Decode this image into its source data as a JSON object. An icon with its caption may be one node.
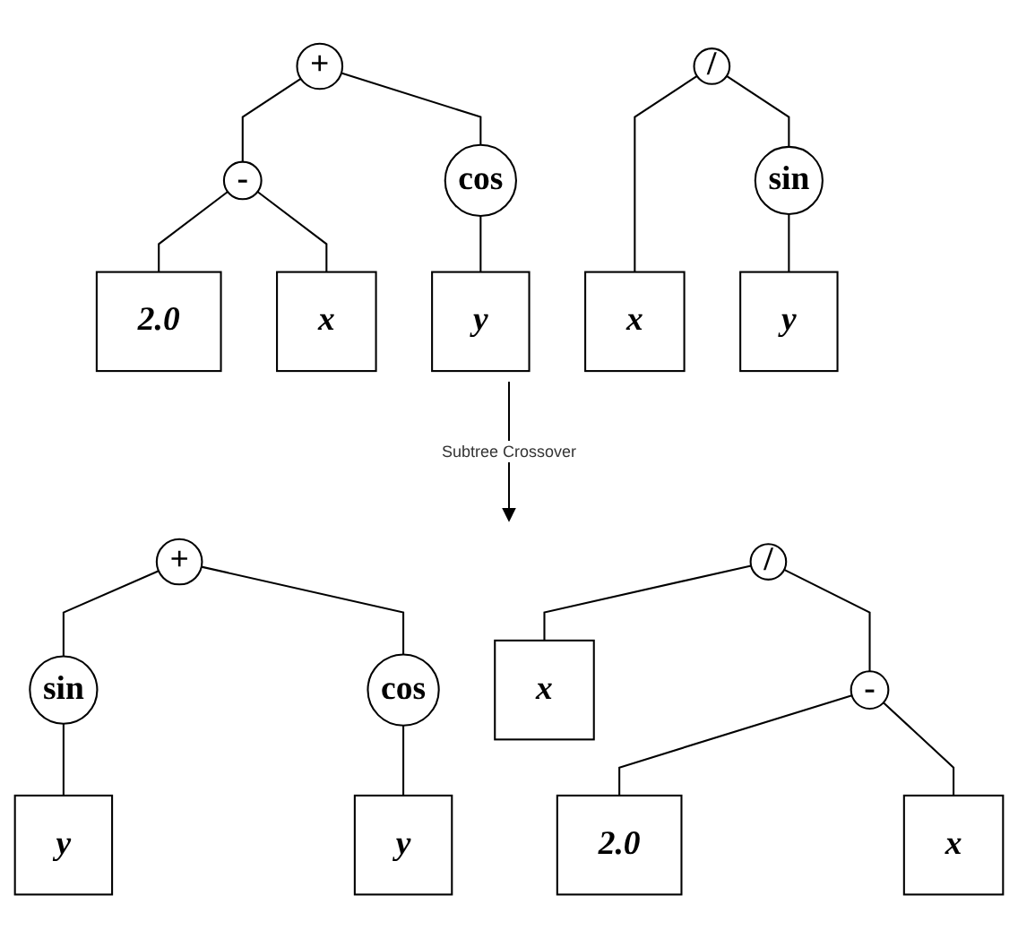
{
  "diagram": {
    "nodes": [
      {
        "text": [
          "+"
        ]
      },
      {
        "text": [
          "-"
        ]
      },
      {
        "text": [
          "cos"
        ]
      },
      {
        "text": [
          "2.0"
        ]
      },
      {
        "text": [
          "x"
        ]
      },
      {
        "text": [
          "y"
        ]
      },
      {
        "text": [
          "/"
        ]
      },
      {
        "text": [
          "x"
        ]
      },
      {
        "text": [
          "sin"
        ]
      },
      {
        "text": [
          "y"
        ]
      },
      {
        "text": [
          "+"
        ]
      },
      {
        "text": [
          "sin"
        ]
      },
      {
        "text": [
          "cos"
        ]
      },
      {
        "text": [
          "y"
        ]
      },
      {
        "text": [
          "y"
        ]
      },
      {
        "text": [
          "/"
        ]
      },
      {
        "text": [
          "x"
        ]
      },
      {
        "text": [
          "-"
        ]
      },
      {
        "text": [
          "2.0"
        ]
      },
      {
        "text": [
          "x"
        ]
      }
    ],
    "edges": [
      {
        "from": 0,
        "to": 1,
        "arrow": "none"
      },
      {
        "from": 0,
        "to": 2,
        "arrow": "none"
      },
      {
        "from": 1,
        "to": 3,
        "arrow": "none"
      },
      {
        "from": 1,
        "to": 4,
        "arrow": "none"
      },
      {
        "from": 2,
        "to": 5,
        "arrow": "none"
      },
      {
        "from": 6,
        "to": 7,
        "arrow": "none"
      },
      {
        "from": 6,
        "to": 8,
        "arrow": "none"
      },
      {
        "from": 8,
        "to": 9,
        "arrow": "none"
      },
      {
        "from": 10,
        "to": 11,
        "arrow": "none"
      },
      {
        "from": 10,
        "to": 12,
        "arrow": "none"
      },
      {
        "from": 11,
        "to": 13,
        "arrow": "none"
      },
      {
        "from": 12,
        "to": 14,
        "arrow": "none"
      },
      {
        "from": 15,
        "to": 16,
        "arrow": "none"
      },
      {
        "from": 15,
        "to": 17,
        "arrow": "none"
      },
      {
        "from": 17,
        "to": 18,
        "arrow": "none"
      },
      {
        "from": 17,
        "to": 19,
        "arrow": "none"
      }
    ],
    "labels": [
      "Subtree Crossover"
    ]
  }
}
